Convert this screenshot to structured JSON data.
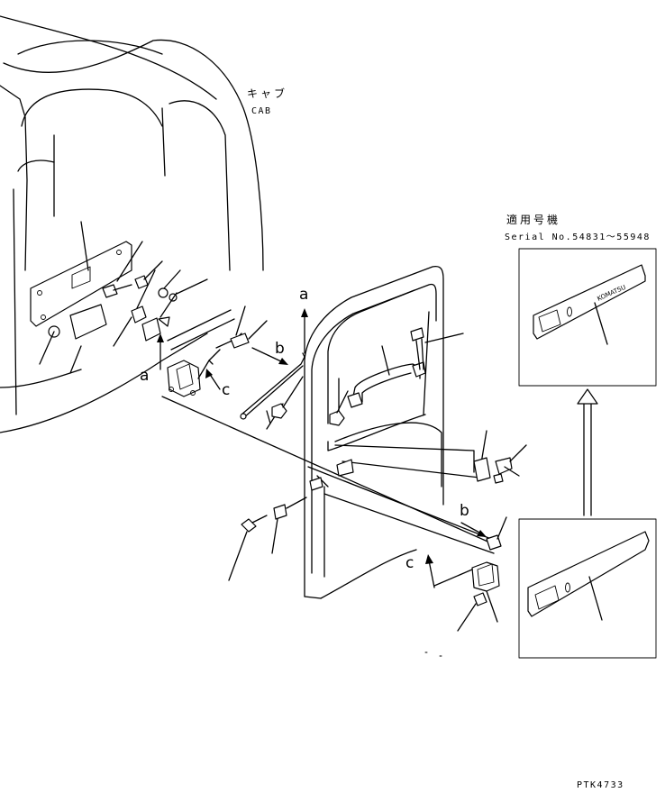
{
  "labels": {
    "cab_jp": "キャブ",
    "cab_en": "CAB",
    "applicable_jp": "適用号機",
    "serial": "Serial No.54831〜55948",
    "drawing_id": "PTK4733"
  },
  "callouts": {
    "a": "a",
    "b": "b",
    "c": "c"
  },
  "decal": {
    "logo_text": "KOMATSU"
  }
}
